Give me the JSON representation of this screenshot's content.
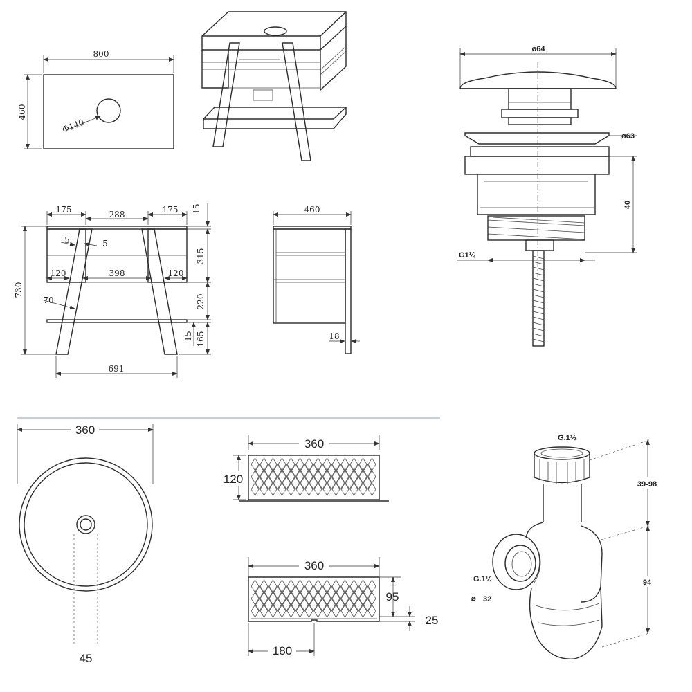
{
  "vanity": {
    "top_view": {
      "width": "800",
      "depth": "460",
      "hole": "Φ140"
    },
    "front_view": {
      "shelf_left": "175",
      "gap_mid": "288",
      "shelf_right": "175",
      "top_thk": "15",
      "slot_left": "5",
      "slot_right": "5",
      "upper_h": "315",
      "lower_left": "120",
      "lower_mid": "398",
      "lower_right": "120",
      "total_h": "730",
      "angle": "70",
      "middle_h": "220",
      "shelf_thk": "15",
      "base_h": "165",
      "foot_span": "691"
    },
    "side_view": {
      "depth": "460",
      "leg_thk": "18"
    }
  },
  "pop_up_waste": {
    "cap_dia": "ø64",
    "flange_dia": "ø63",
    "body_h": "40",
    "thread": "G1¼"
  },
  "basin": {
    "plan": {
      "diameter": "360",
      "drain": "45"
    },
    "elevation": {
      "width": "360",
      "height": "120"
    },
    "section": {
      "width": "360",
      "depth": "95",
      "base": "25",
      "half": "180"
    }
  },
  "bottle_trap": {
    "inlet_thread": "G.1½",
    "outlet_thread": "G.1½",
    "outlet_dia": "32",
    "adjust_range": "39-98",
    "total_h": "94"
  }
}
